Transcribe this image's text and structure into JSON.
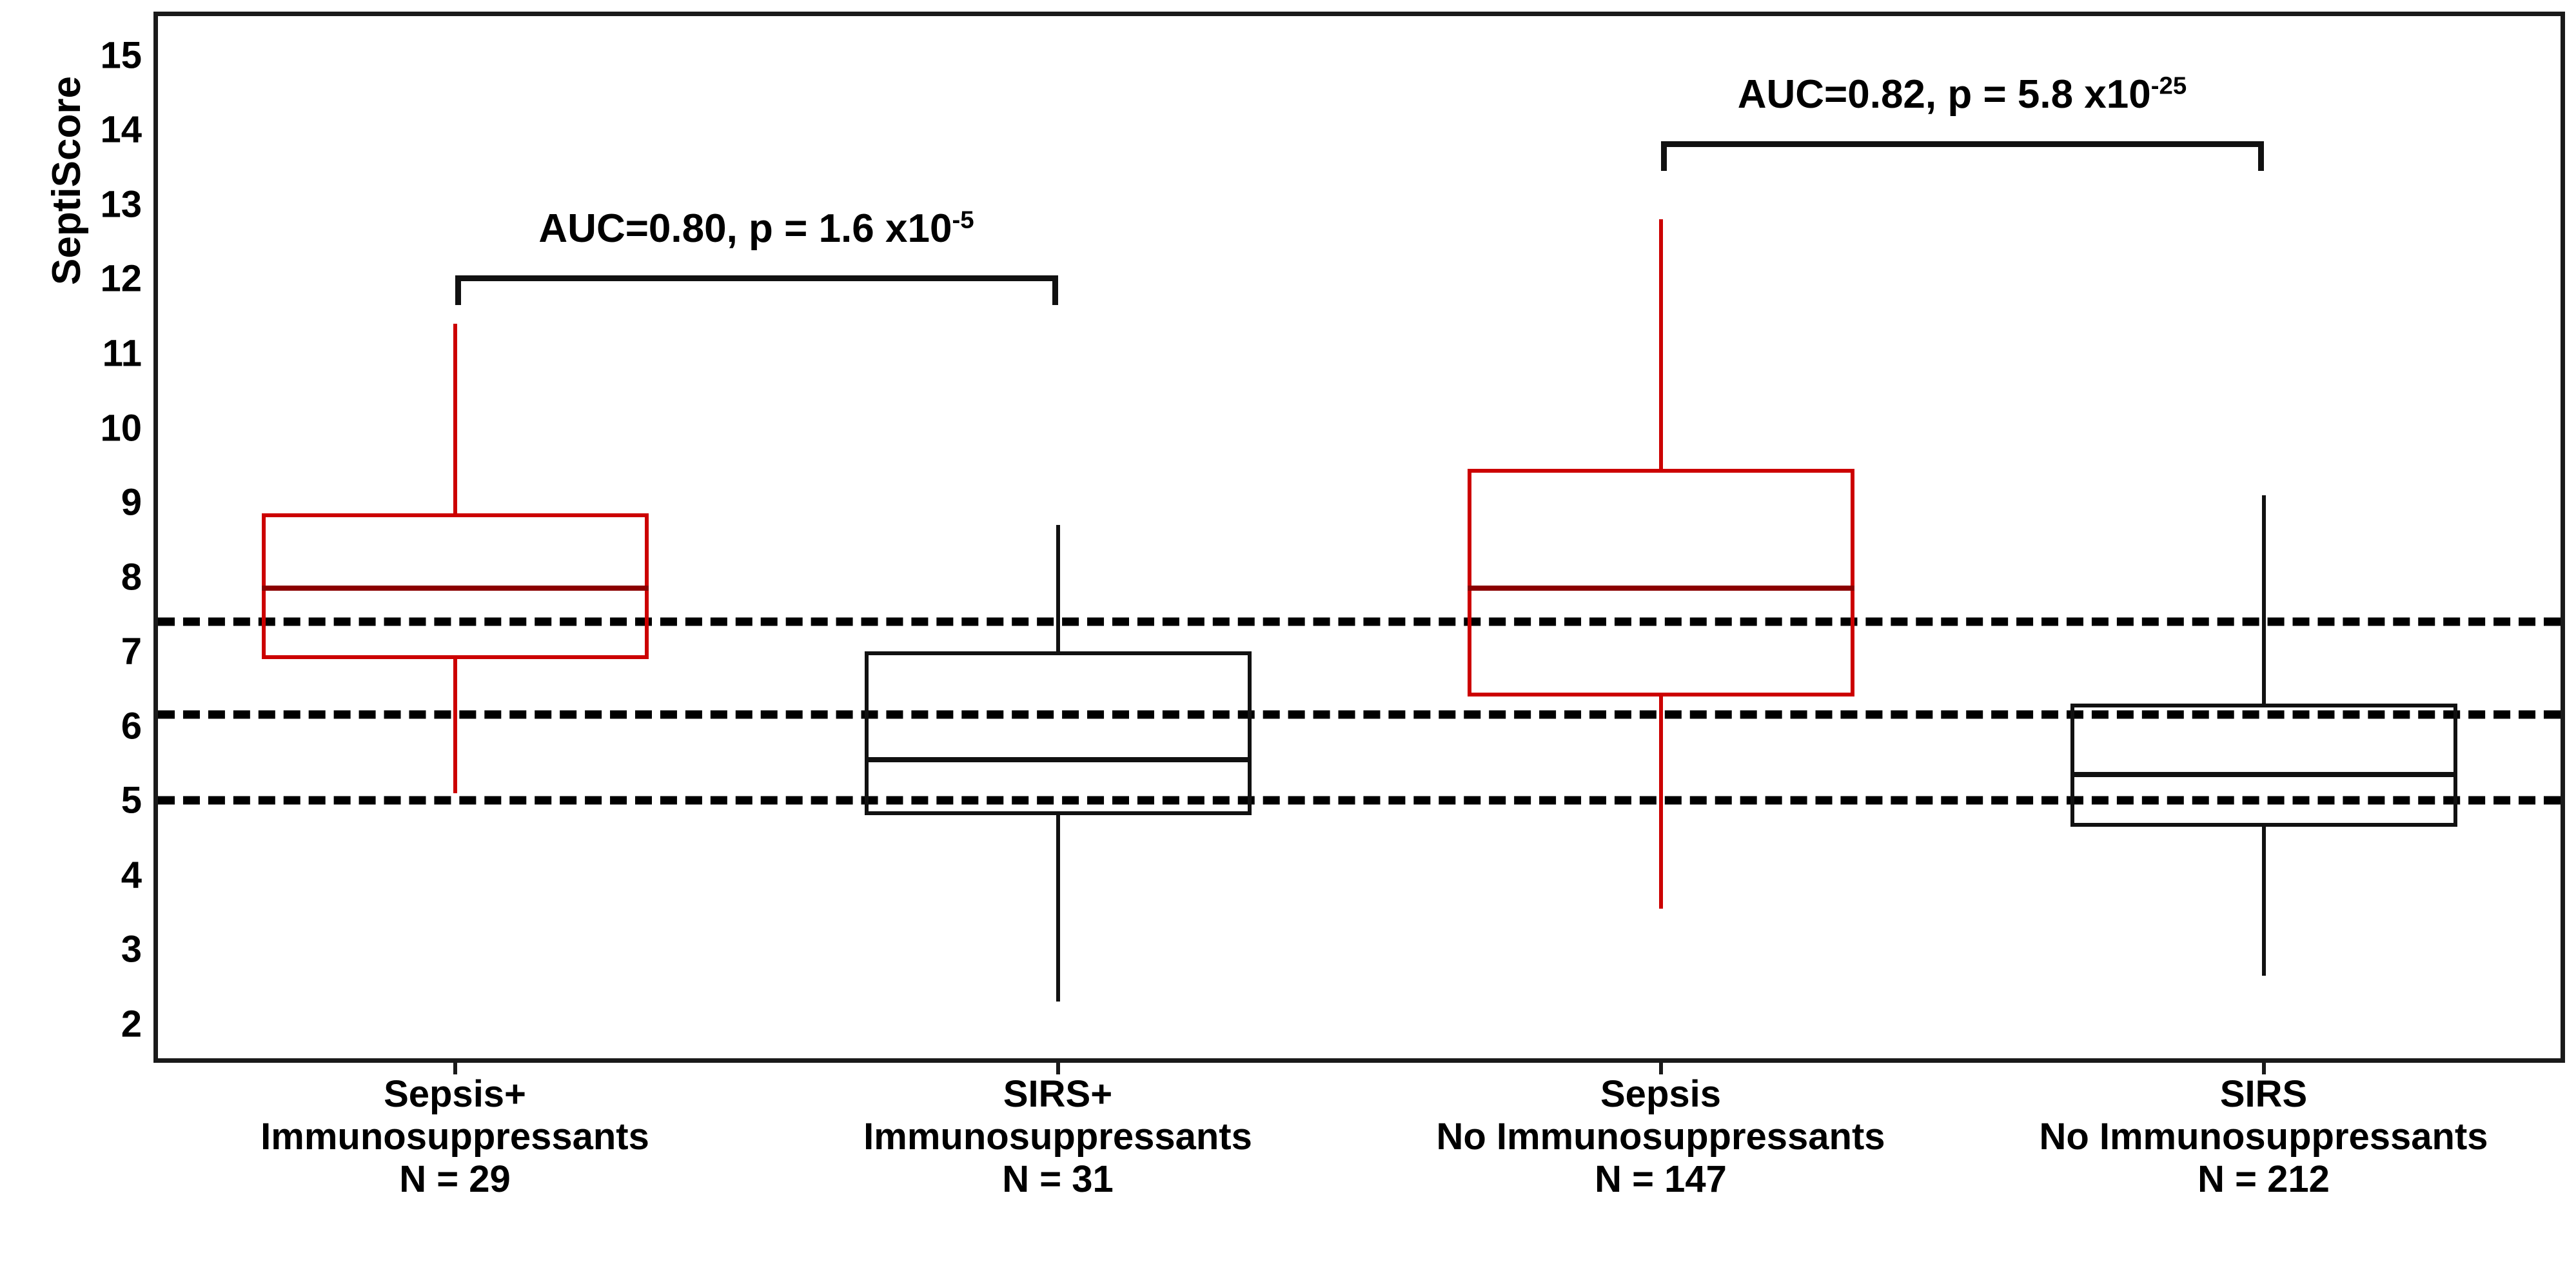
{
  "chart_data": {
    "type": "box",
    "title": "",
    "xlabel": "",
    "ylabel": "SeptiScore",
    "ylim": [
      1.55,
      15.5
    ],
    "yticks": [
      15,
      14,
      13,
      12,
      11,
      10,
      9,
      8,
      7,
      6,
      5,
      4,
      3,
      2
    ],
    "ytick_labels": [
      "15",
      "14",
      "13",
      "12",
      "11",
      "10",
      "9",
      "8",
      "7",
      "6",
      "5",
      "4",
      "3",
      "2"
    ],
    "grid": false,
    "legend": "none",
    "reference_lines": [
      {
        "value": 7.4,
        "style": "dashed",
        "color": "#000000"
      },
      {
        "value": 6.15,
        "style": "dashed",
        "color": "#000000"
      },
      {
        "value": 5.0,
        "style": "dashed",
        "color": "#000000"
      }
    ],
    "categories": [
      {
        "id": "sepsis-plus-immunosuppressants",
        "lines": [
          "Sepsis+",
          "Immunosuppressants",
          "N = 29"
        ],
        "label": "Sepsis+ Immunosuppressants",
        "n_label": "N = 29",
        "n": 29,
        "color": "#CC0000",
        "whisker_low": 5.1,
        "q1": 6.9,
        "median": 7.85,
        "q3": 8.85,
        "whisker_high": 11.4
      },
      {
        "id": "sirs-plus-immunosuppressants",
        "lines": [
          "SIRS+",
          "Immunosuppressants",
          "N = 31"
        ],
        "label": "SIRS+ Immunosuppressants",
        "n_label": "N = 31",
        "n": 31,
        "color": "#111111",
        "whisker_low": 2.3,
        "q1": 4.8,
        "median": 5.55,
        "q3": 7.0,
        "whisker_high": 8.7
      },
      {
        "id": "sepsis-no-immunosuppressants",
        "lines": [
          "Sepsis",
          "No Immunosuppressants",
          "N = 147"
        ],
        "label": "Sepsis No Immunosuppressants",
        "n_label": "N = 147",
        "n": 147,
        "color": "#CC0000",
        "whisker_low": 3.55,
        "q1": 6.4,
        "median": 7.85,
        "q3": 9.45,
        "whisker_high": 12.8
      },
      {
        "id": "sirs-no-immunosuppressants",
        "lines": [
          "SIRS",
          "No Immunosuppressants",
          "N = 212"
        ],
        "label": "SIRS No Immunosuppressants",
        "n_label": "N = 212",
        "n": 212,
        "color": "#111111",
        "whisker_low": 2.65,
        "q1": 4.65,
        "median": 5.35,
        "q3": 6.3,
        "whisker_high": 9.1
      }
    ],
    "annotations": [
      {
        "id": "auc-sepsis-vs-sirs-immunosuppressants",
        "text_main": "AUC=0.80, p = 1.6 x10",
        "text_exponent": "-5",
        "full_text": "AUC=0.80, p = 1.6 x10-5",
        "auc": 0.8,
        "p_value": "1.6 x10^-5",
        "from_category": 0,
        "to_category": 1,
        "bracket_top_value": 12.05,
        "bracket_drop_value": 11.65
      },
      {
        "id": "auc-sepsis-vs-sirs-no-immunosuppressants",
        "text_main": "AUC=0.82, p = 5.8 x10",
        "text_exponent": "-25",
        "full_text": "AUC=0.82, p = 5.8 x10-25",
        "auc": 0.82,
        "p_value": "5.8 x10^-25",
        "from_category": 2,
        "to_category": 3,
        "bracket_top_value": 13.85,
        "bracket_drop_value": 13.45
      }
    ]
  },
  "colors": {
    "sepsis": "#CC0000",
    "sirs": "#111111",
    "axis": "#1a1a1a",
    "reference_line": "#000000",
    "background": "#ffffff"
  }
}
